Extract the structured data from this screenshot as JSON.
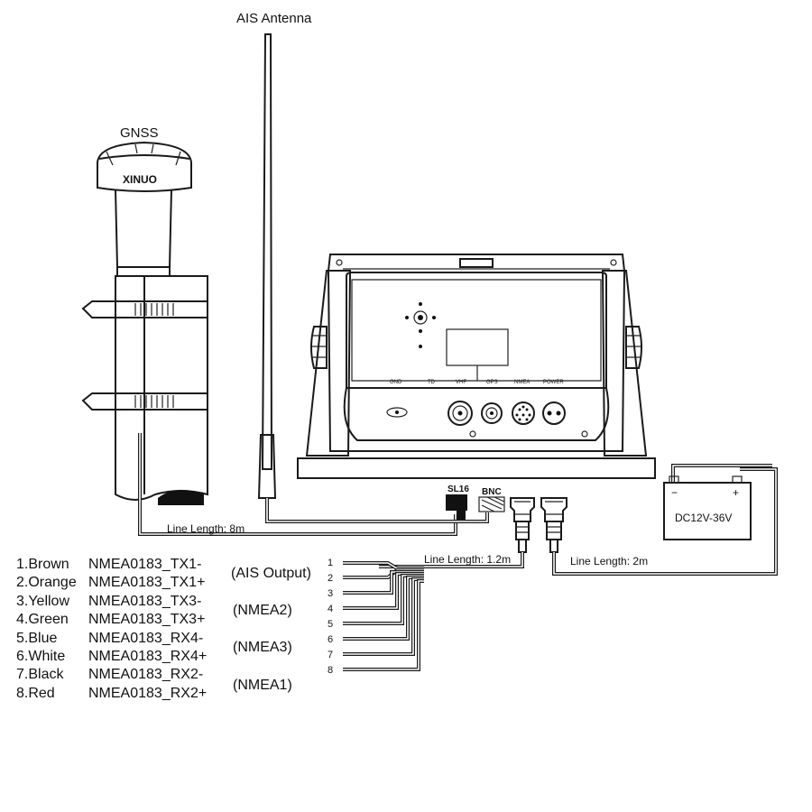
{
  "labels": {
    "ais_antenna": "AIS Antenna",
    "gnss": "GNSS",
    "brand": "XINUO",
    "line_8m": "Line Length: 8m",
    "line_1_2m": "Line Length: 1.2m",
    "line_2m": "Line Length: 2m",
    "sl16": "SL16",
    "bnc": "BNC",
    "power": "DC12V-36V",
    "battery_minus": "−",
    "battery_plus": "+"
  },
  "panel_ports": [
    "GND",
    "TD",
    "VHF",
    "GPS",
    "NMEA",
    "POWER"
  ],
  "wires": [
    {
      "num": "1",
      "color": "1.Brown",
      "signal": "NMEA0183_TX1-"
    },
    {
      "num": "2",
      "color": "2.Orange",
      "signal": "NMEA0183_TX1+"
    },
    {
      "num": "3",
      "color": "3.Yellow",
      "signal": "NMEA0183_TX3-"
    },
    {
      "num": "4",
      "color": "4.Green",
      "signal": "NMEA0183_TX3+"
    },
    {
      "num": "5",
      "color": "5.Blue",
      "signal": "NMEA0183_RX4-"
    },
    {
      "num": "6",
      "color": "6.White",
      "signal": "NMEA0183_RX4+"
    },
    {
      "num": "7",
      "color": "7.Black",
      "signal": "NMEA0183_RX2-"
    },
    {
      "num": "8",
      "color": "8.Red",
      "signal": "NMEA0183_RX2+"
    }
  ],
  "groups": [
    "(AIS Output)",
    "(NMEA2)",
    "(NMEA3)",
    "(NMEA1)"
  ]
}
